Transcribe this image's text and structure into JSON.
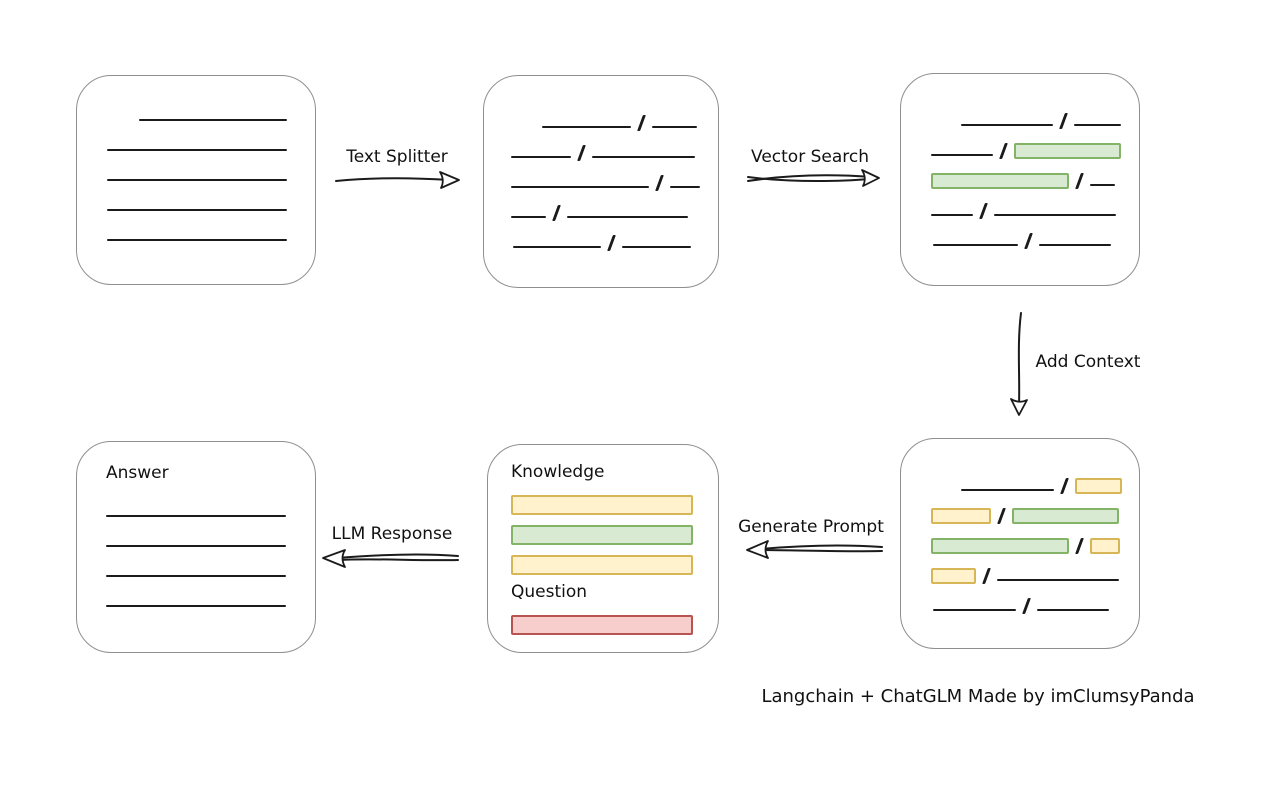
{
  "caption": "Langchain + ChatGLM Made by imClumsyPanda",
  "arrows": {
    "text_splitter": "Text Splitter",
    "vector_search": "Vector Search",
    "add_context": "Add Context",
    "generate_prompt": "Generate Prompt",
    "llm_response": "LLM Response"
  },
  "colors": {
    "line": "#1b1b1b",
    "box_border": "#8f8f8f",
    "green_fill": "#d9ead3",
    "green_stroke": "#82b366",
    "yellow_fill": "#fff2cc",
    "yellow_stroke": "#d6b656",
    "red_fill": "#f8cecc",
    "red_stroke": "#b85450"
  },
  "boxes": {
    "document": {
      "rows": [
        {
          "indent": 32,
          "segments": [
            {
              "kind": "line",
              "w": 148
            }
          ]
        },
        {
          "indent": 0,
          "segments": [
            {
              "kind": "line",
              "w": 180
            }
          ]
        },
        {
          "indent": 0,
          "segments": [
            {
              "kind": "line",
              "w": 180
            }
          ]
        },
        {
          "indent": 0,
          "segments": [
            {
              "kind": "line",
              "w": 180
            }
          ]
        },
        {
          "indent": 0,
          "segments": [
            {
              "kind": "line",
              "w": 180
            }
          ]
        }
      ]
    },
    "split_text": {
      "rows": [
        {
          "indent": 31,
          "segments": [
            {
              "kind": "line",
              "w": 89
            },
            {
              "kind": "slash"
            },
            {
              "kind": "line",
              "w": 45
            }
          ]
        },
        {
          "indent": 0,
          "segments": [
            {
              "kind": "line",
              "w": 60
            },
            {
              "kind": "slash"
            },
            {
              "kind": "line",
              "w": 103
            }
          ]
        },
        {
          "indent": 0,
          "segments": [
            {
              "kind": "line",
              "w": 138
            },
            {
              "kind": "slash"
            },
            {
              "kind": "line",
              "w": 30
            }
          ]
        },
        {
          "indent": 0,
          "segments": [
            {
              "kind": "line",
              "w": 35
            },
            {
              "kind": "slash"
            },
            {
              "kind": "line",
              "w": 121
            }
          ]
        },
        {
          "indent": 2,
          "segments": [
            {
              "kind": "line",
              "w": 88
            },
            {
              "kind": "slash"
            },
            {
              "kind": "line",
              "w": 69
            }
          ]
        }
      ]
    },
    "vector_matches": {
      "rows": [
        {
          "indent": 30,
          "segments": [
            {
              "kind": "line",
              "w": 92
            },
            {
              "kind": "slash"
            },
            {
              "kind": "line",
              "w": 47
            }
          ]
        },
        {
          "indent": 0,
          "segments": [
            {
              "kind": "line",
              "w": 62
            },
            {
              "kind": "slash"
            },
            {
              "kind": "chunk",
              "color": "green",
              "w": 107
            }
          ]
        },
        {
          "indent": 0,
          "segments": [
            {
              "kind": "chunk",
              "color": "green",
              "w": 138
            },
            {
              "kind": "slash"
            },
            {
              "kind": "line",
              "w": 25
            }
          ]
        },
        {
          "indent": 0,
          "segments": [
            {
              "kind": "line",
              "w": 42
            },
            {
              "kind": "slash"
            },
            {
              "kind": "line",
              "w": 122
            }
          ]
        },
        {
          "indent": 2,
          "segments": [
            {
              "kind": "line",
              "w": 85
            },
            {
              "kind": "slash"
            },
            {
              "kind": "line",
              "w": 72
            }
          ]
        }
      ]
    },
    "context": {
      "rows": [
        {
          "indent": 30,
          "segments": [
            {
              "kind": "line",
              "w": 93
            },
            {
              "kind": "slash"
            },
            {
              "kind": "chunk",
              "color": "yellow",
              "w": 47
            }
          ]
        },
        {
          "indent": 0,
          "segments": [
            {
              "kind": "chunk",
              "color": "yellow",
              "w": 60
            },
            {
              "kind": "slash"
            },
            {
              "kind": "chunk",
              "color": "green",
              "w": 107
            }
          ]
        },
        {
          "indent": 0,
          "segments": [
            {
              "kind": "chunk",
              "color": "green",
              "w": 138
            },
            {
              "kind": "slash"
            },
            {
              "kind": "chunk",
              "color": "yellow",
              "w": 30
            }
          ]
        },
        {
          "indent": 0,
          "segments": [
            {
              "kind": "chunk",
              "color": "yellow",
              "w": 45
            },
            {
              "kind": "slash"
            },
            {
              "kind": "line",
              "w": 122
            }
          ]
        },
        {
          "indent": 2,
          "segments": [
            {
              "kind": "line",
              "w": 83
            },
            {
              "kind": "slash"
            },
            {
              "kind": "line",
              "w": 72
            }
          ]
        }
      ]
    },
    "prompt": {
      "knowledge_label": "Knowledge",
      "question_label": "Question",
      "knowledge_bars": {
        "rows": [
          {
            "indent": 0,
            "segments": [
              {
                "kind": "chunk",
                "color": "yellow",
                "w": 182,
                "h": 20
              }
            ]
          },
          {
            "indent": 0,
            "segments": [
              {
                "kind": "chunk",
                "color": "green",
                "w": 182,
                "h": 20
              }
            ]
          },
          {
            "indent": 0,
            "segments": [
              {
                "kind": "chunk",
                "color": "yellow",
                "w": 182,
                "h": 20
              }
            ]
          }
        ]
      },
      "question_bars": {
        "rows": [
          {
            "indent": 0,
            "segments": [
              {
                "kind": "chunk",
                "color": "red",
                "w": 182,
                "h": 20
              }
            ]
          }
        ]
      }
    },
    "answer": {
      "title": "Answer",
      "rows": [
        {
          "indent": 0,
          "segments": [
            {
              "kind": "line",
              "w": 180
            }
          ]
        },
        {
          "indent": 0,
          "segments": [
            {
              "kind": "line",
              "w": 180
            }
          ]
        },
        {
          "indent": 0,
          "segments": [
            {
              "kind": "line",
              "w": 180
            }
          ]
        },
        {
          "indent": 0,
          "segments": [
            {
              "kind": "line",
              "w": 180
            }
          ]
        }
      ]
    }
  }
}
